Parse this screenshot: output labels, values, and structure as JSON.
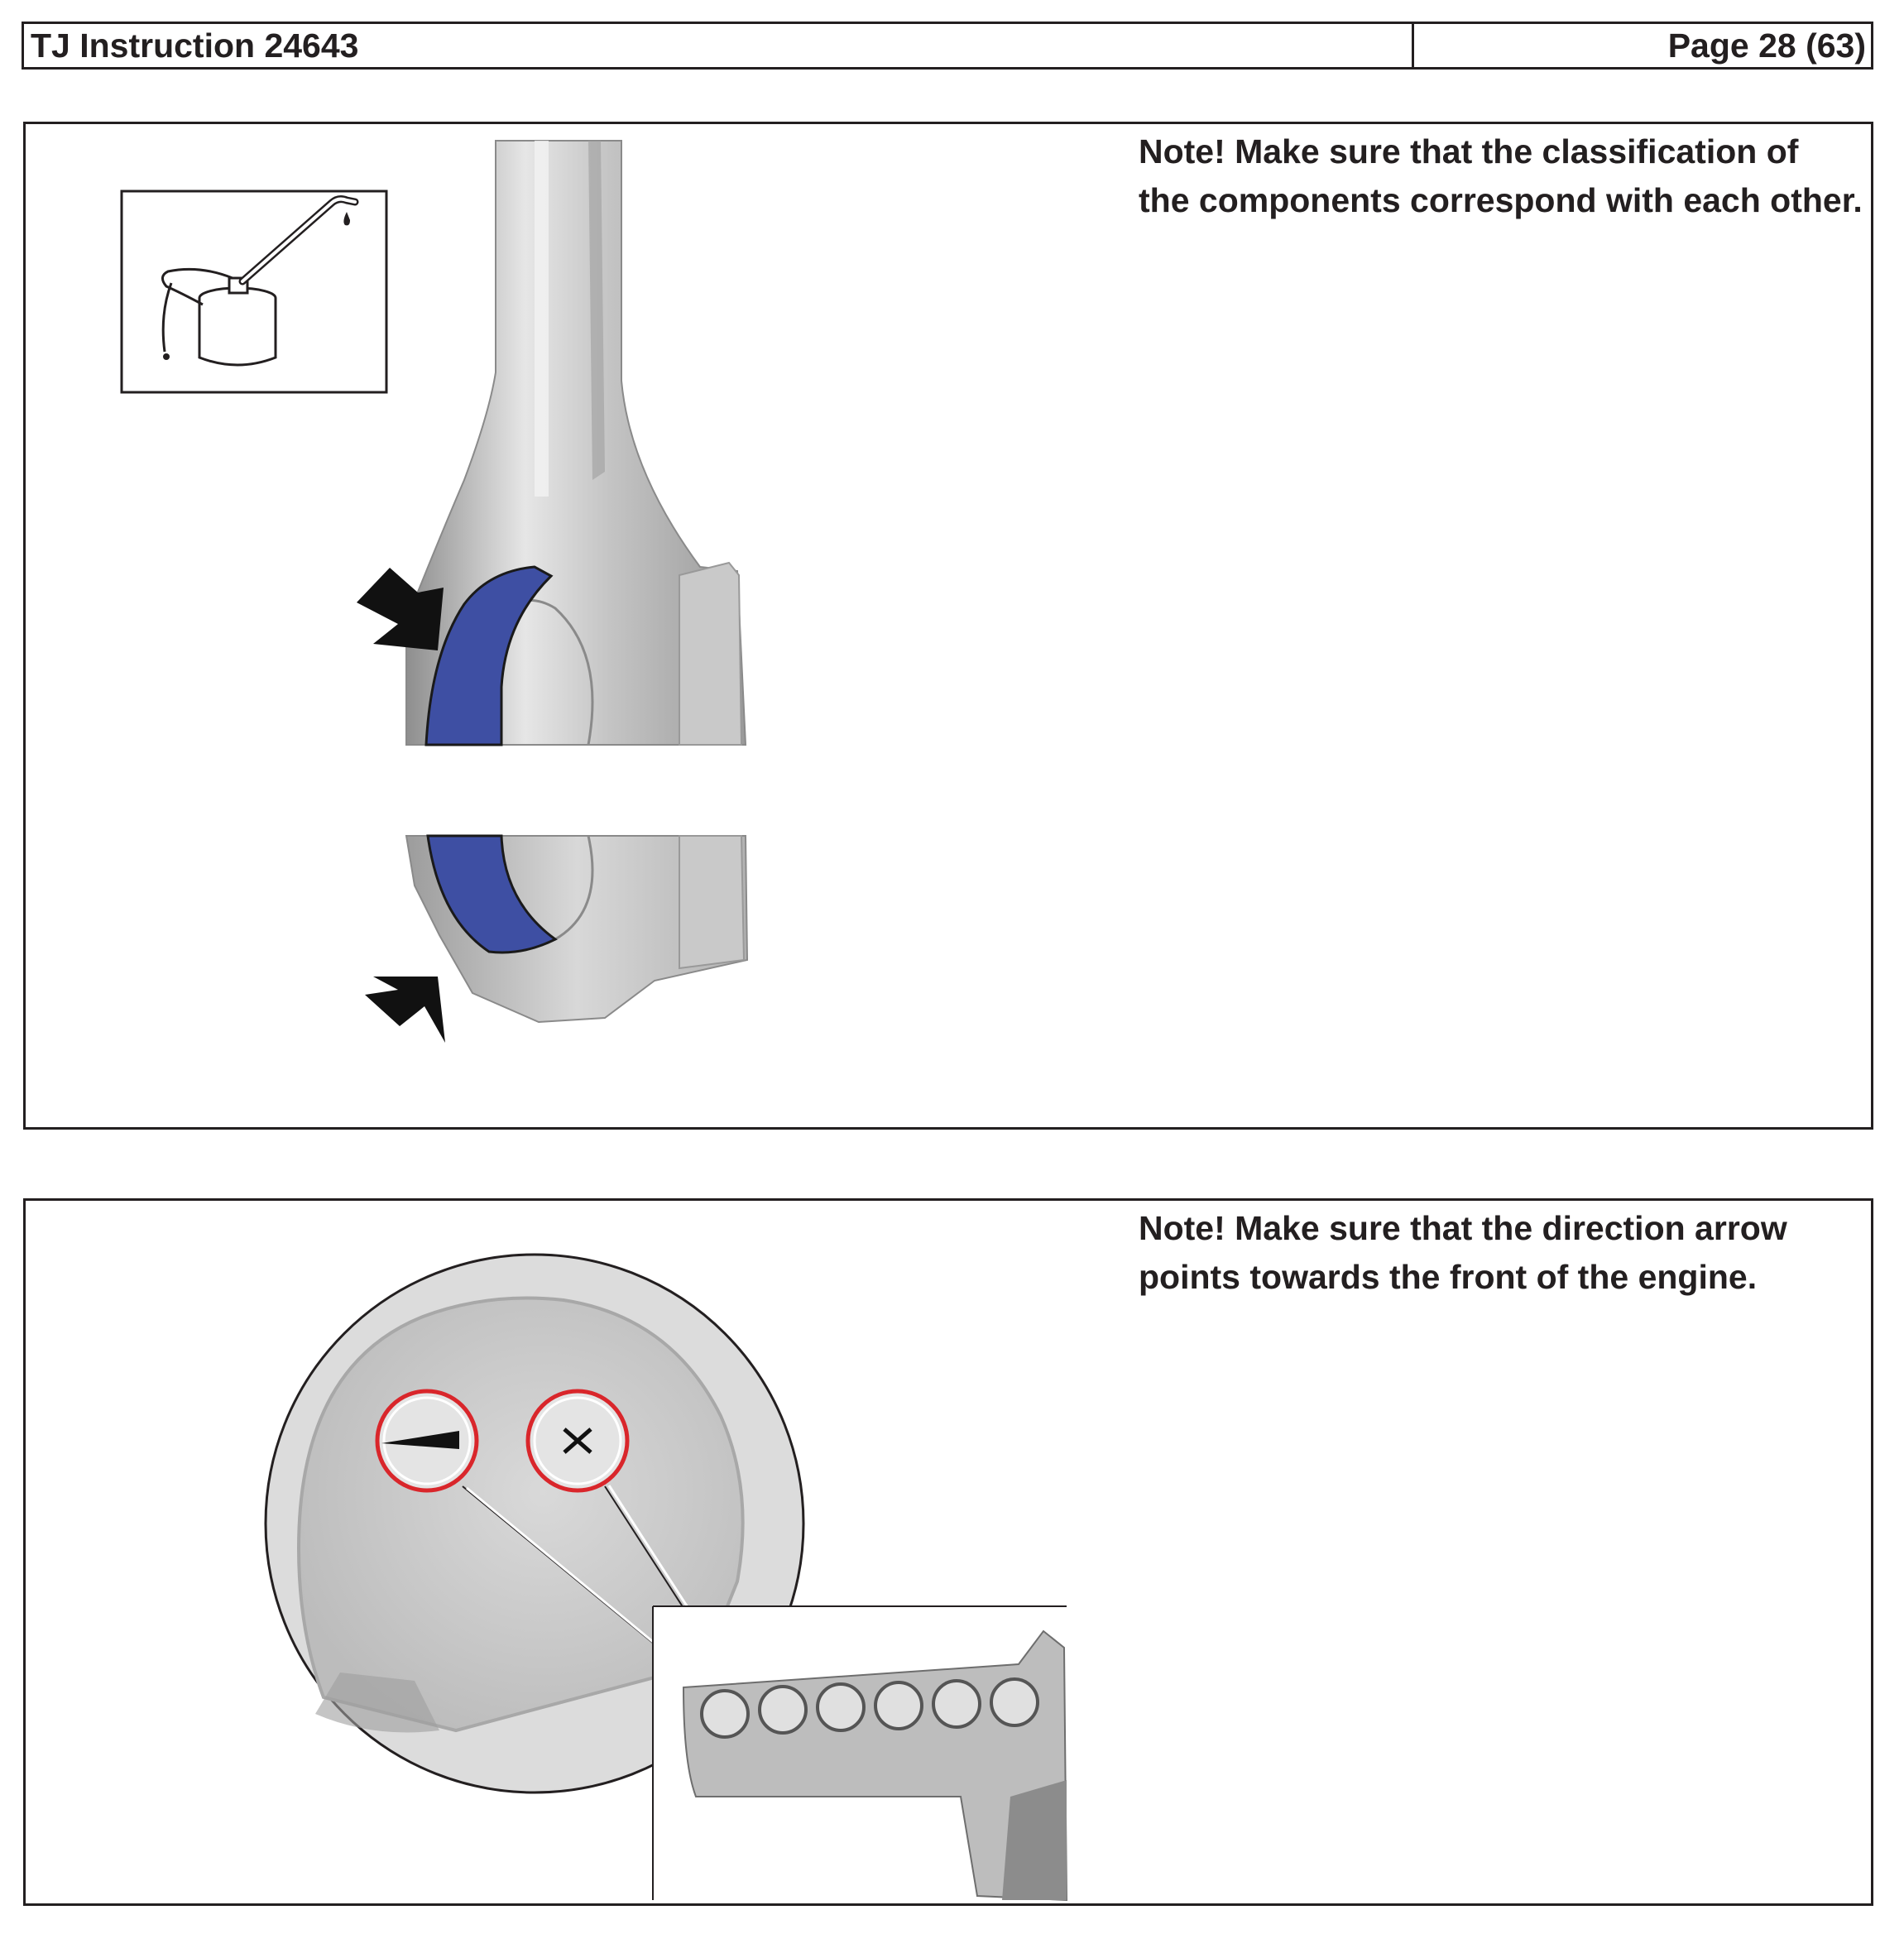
{
  "header": {
    "title": "TJ Instruction 24643",
    "page": "Page 28 (63)"
  },
  "sections": [
    {
      "note_line1": "Note!  Make sure that the classification of",
      "note_line2": "the components correspond with each other.",
      "illustration": "connecting-rod-bearing-shells",
      "icon": "oil-can-icon",
      "highlight_color": "#3e4fa3"
    },
    {
      "note_line1": "Note!  Make sure that the direction arrow",
      "note_line2": "points towards the front of the engine.",
      "illustration": "piston-crown-markings",
      "callout_color": "#d9262b",
      "markings": [
        "direction-arrow",
        "cross-mark"
      ]
    }
  ]
}
